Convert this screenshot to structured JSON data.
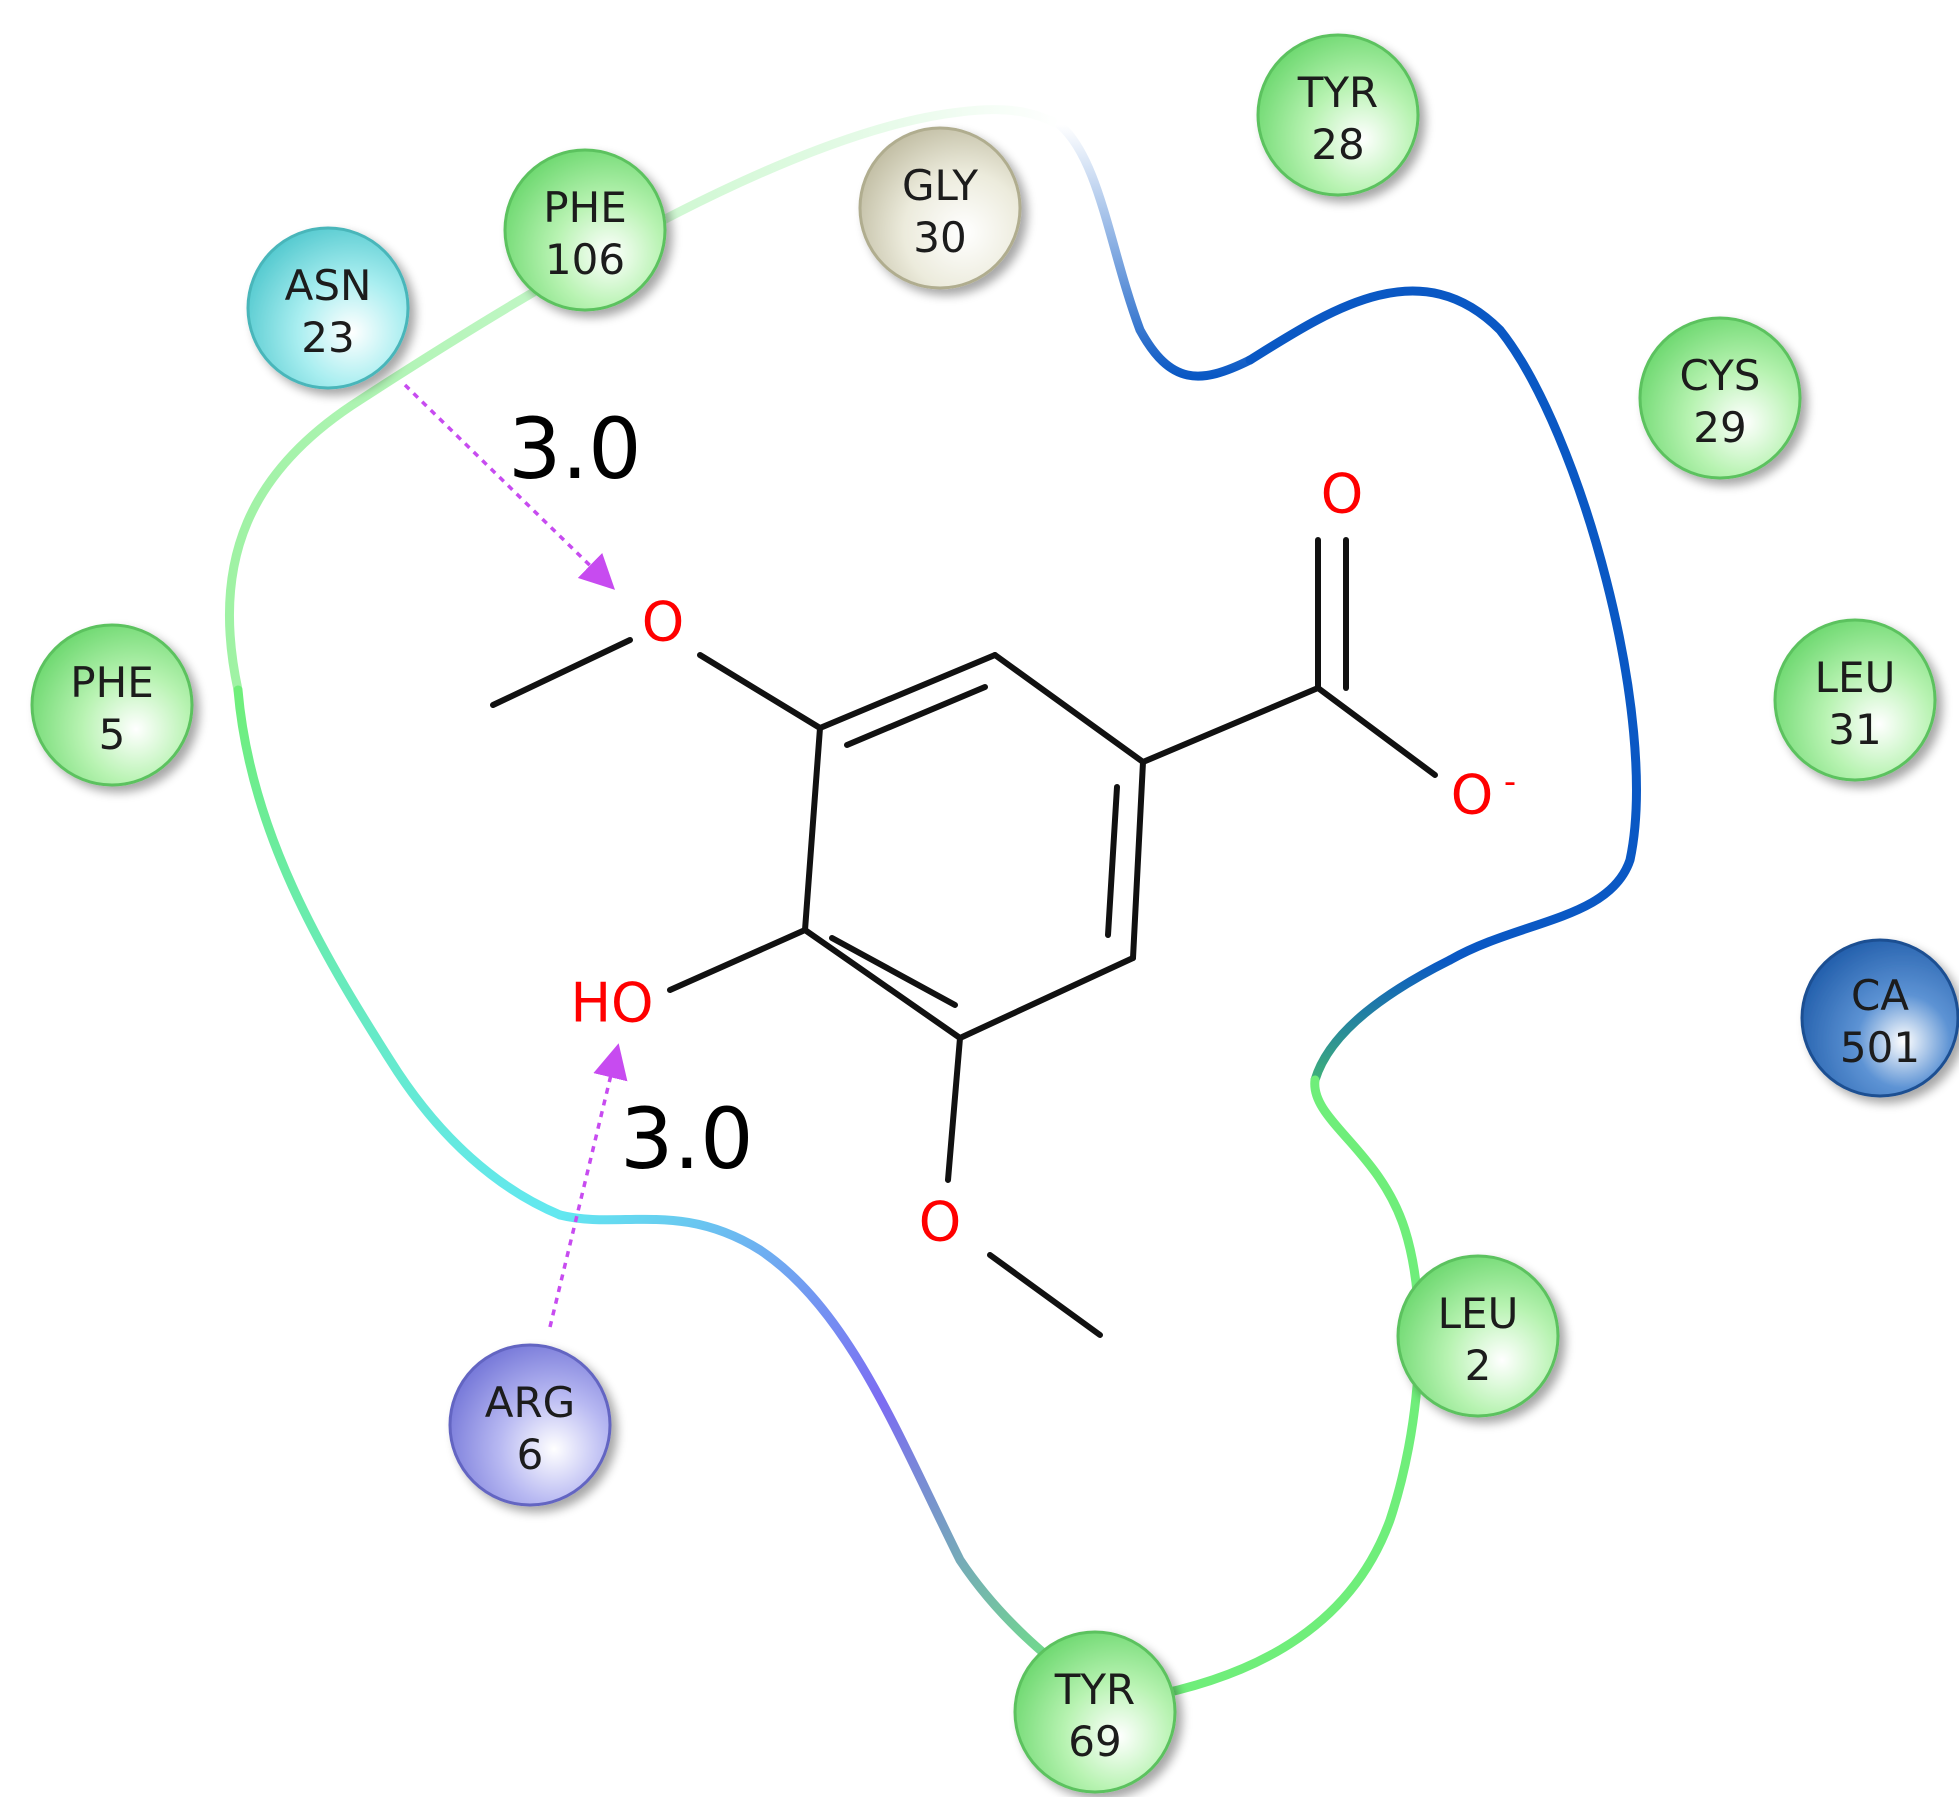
{
  "residues": [
    {
      "id": "asn23",
      "name": "ASN",
      "number": "23",
      "color": "#6fd9dc"
    },
    {
      "id": "phe106",
      "name": "PHE",
      "number": "106",
      "color": "#7de57a"
    },
    {
      "id": "gly30",
      "name": "GLY",
      "number": "30",
      "color": "#e7e4d2"
    },
    {
      "id": "tyr28",
      "name": "TYR",
      "number": "28",
      "color": "#7de57a"
    },
    {
      "id": "cys29",
      "name": "CYS",
      "number": "29",
      "color": "#7de57a"
    },
    {
      "id": "leu31",
      "name": "LEU",
      "number": "31",
      "color": "#7de57a"
    },
    {
      "id": "ca501",
      "name": "CA",
      "number": "501",
      "color": "#2f6db5"
    },
    {
      "id": "phe5",
      "name": "PHE",
      "number": "5",
      "color": "#7de57a"
    },
    {
      "id": "leu2",
      "name": "LEU",
      "number": "2",
      "color": "#7de57a"
    },
    {
      "id": "arg6",
      "name": "ARG",
      "number": "6",
      "color": "#8c8ee6"
    },
    {
      "id": "tyr69",
      "name": "TYR",
      "number": "69",
      "color": "#7de57a"
    }
  ],
  "atoms": {
    "o_methoxy_top": "O",
    "o_carbonyl": "O",
    "o_carboxylate": "O",
    "carboxylate_charge": "-",
    "hydroxyl": "HO",
    "o_methoxy_bottom": "O"
  },
  "interactions": [
    {
      "from": "ASN 23",
      "to": "O",
      "distance": "3.0"
    },
    {
      "from": "ARG 6",
      "to": "HO",
      "distance": "3.0"
    }
  ],
  "colors": {
    "hbond": "#c74bf0",
    "heteroatom": "#ff0000",
    "bond": "#111111",
    "pocket_green": "#6fee7a",
    "pocket_blue": "#0a58c4",
    "pocket_cyan": "#62e8f0",
    "pocket_violet": "#7c6cf2"
  }
}
